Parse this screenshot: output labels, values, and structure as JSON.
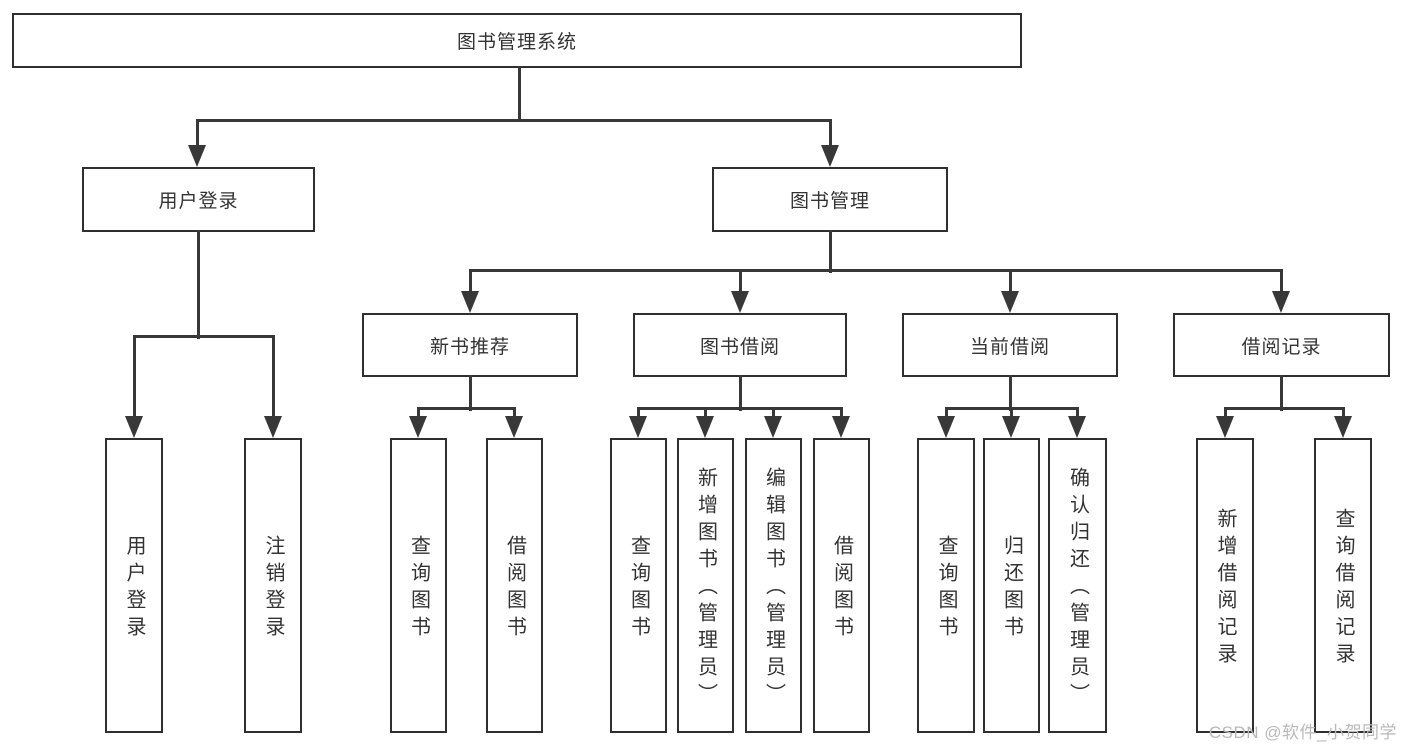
{
  "tree": {
    "root": {
      "label": "图书管理系统"
    },
    "branches": {
      "user": {
        "label": "用户登录",
        "children": [
          {
            "label": "用户登录"
          },
          {
            "label": "注销登录"
          }
        ]
      },
      "books": {
        "label": "图书管理",
        "sections": {
          "recommend": {
            "label": "新书推荐",
            "children": [
              {
                "label": "查询图书"
              },
              {
                "label": "借阅图书"
              }
            ]
          },
          "borrow": {
            "label": "图书借阅",
            "children": [
              {
                "label": "查询图书"
              },
              {
                "label": "新增图书（管理员）"
              },
              {
                "label": "编辑图书（管理员）"
              },
              {
                "label": "借阅图书"
              }
            ]
          },
          "current": {
            "label": "当前借阅",
            "children": [
              {
                "label": "查询图书"
              },
              {
                "label": "归还图书"
              },
              {
                "label": "确认归还（管理员）"
              }
            ]
          },
          "records": {
            "label": "借阅记录",
            "children": [
              {
                "label": "新增借阅记录"
              },
              {
                "label": "查询借阅记录"
              }
            ]
          }
        }
      }
    }
  },
  "watermark": {
    "text": "CSDN @软件_小贺同学"
  },
  "colors": {
    "line": "#383838",
    "box_border": "#2f2f2f",
    "text": "#333333",
    "watermark": "#b9b9b9",
    "background": "#ffffff"
  }
}
